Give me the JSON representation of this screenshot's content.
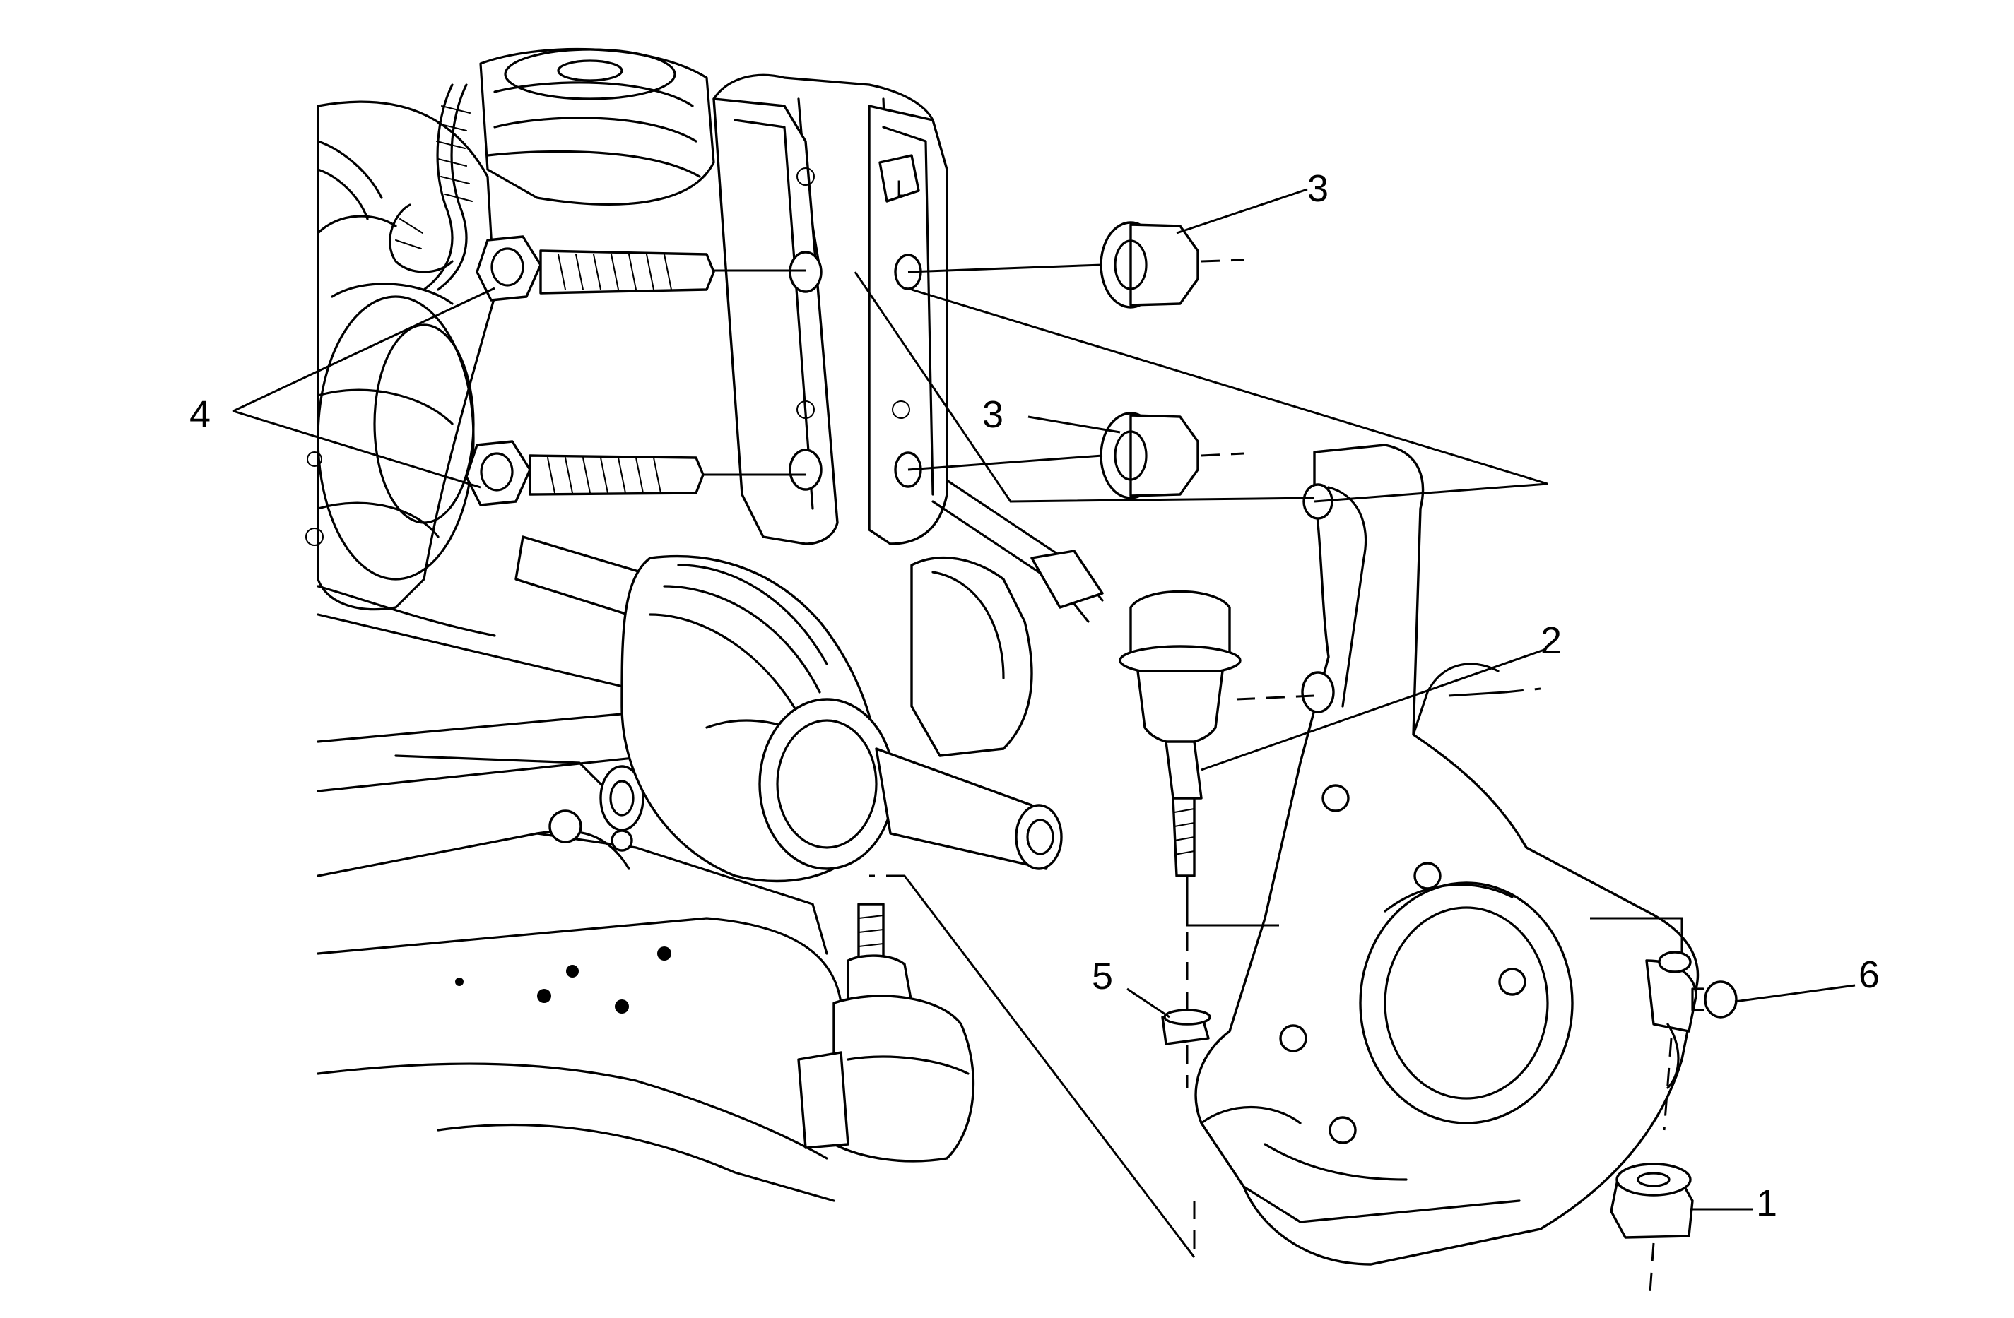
{
  "callouts": [
    {
      "id": "1",
      "text": "1"
    },
    {
      "id": "2",
      "text": "2"
    },
    {
      "id": "3a",
      "text": "3"
    },
    {
      "id": "3b",
      "text": "3"
    },
    {
      "id": "4",
      "text": "4"
    },
    {
      "id": "5",
      "text": "5"
    },
    {
      "id": "6",
      "text": "6"
    }
  ],
  "bracket_mark": "L",
  "colors": {
    "line": "#000000",
    "background": "#ffffff"
  }
}
